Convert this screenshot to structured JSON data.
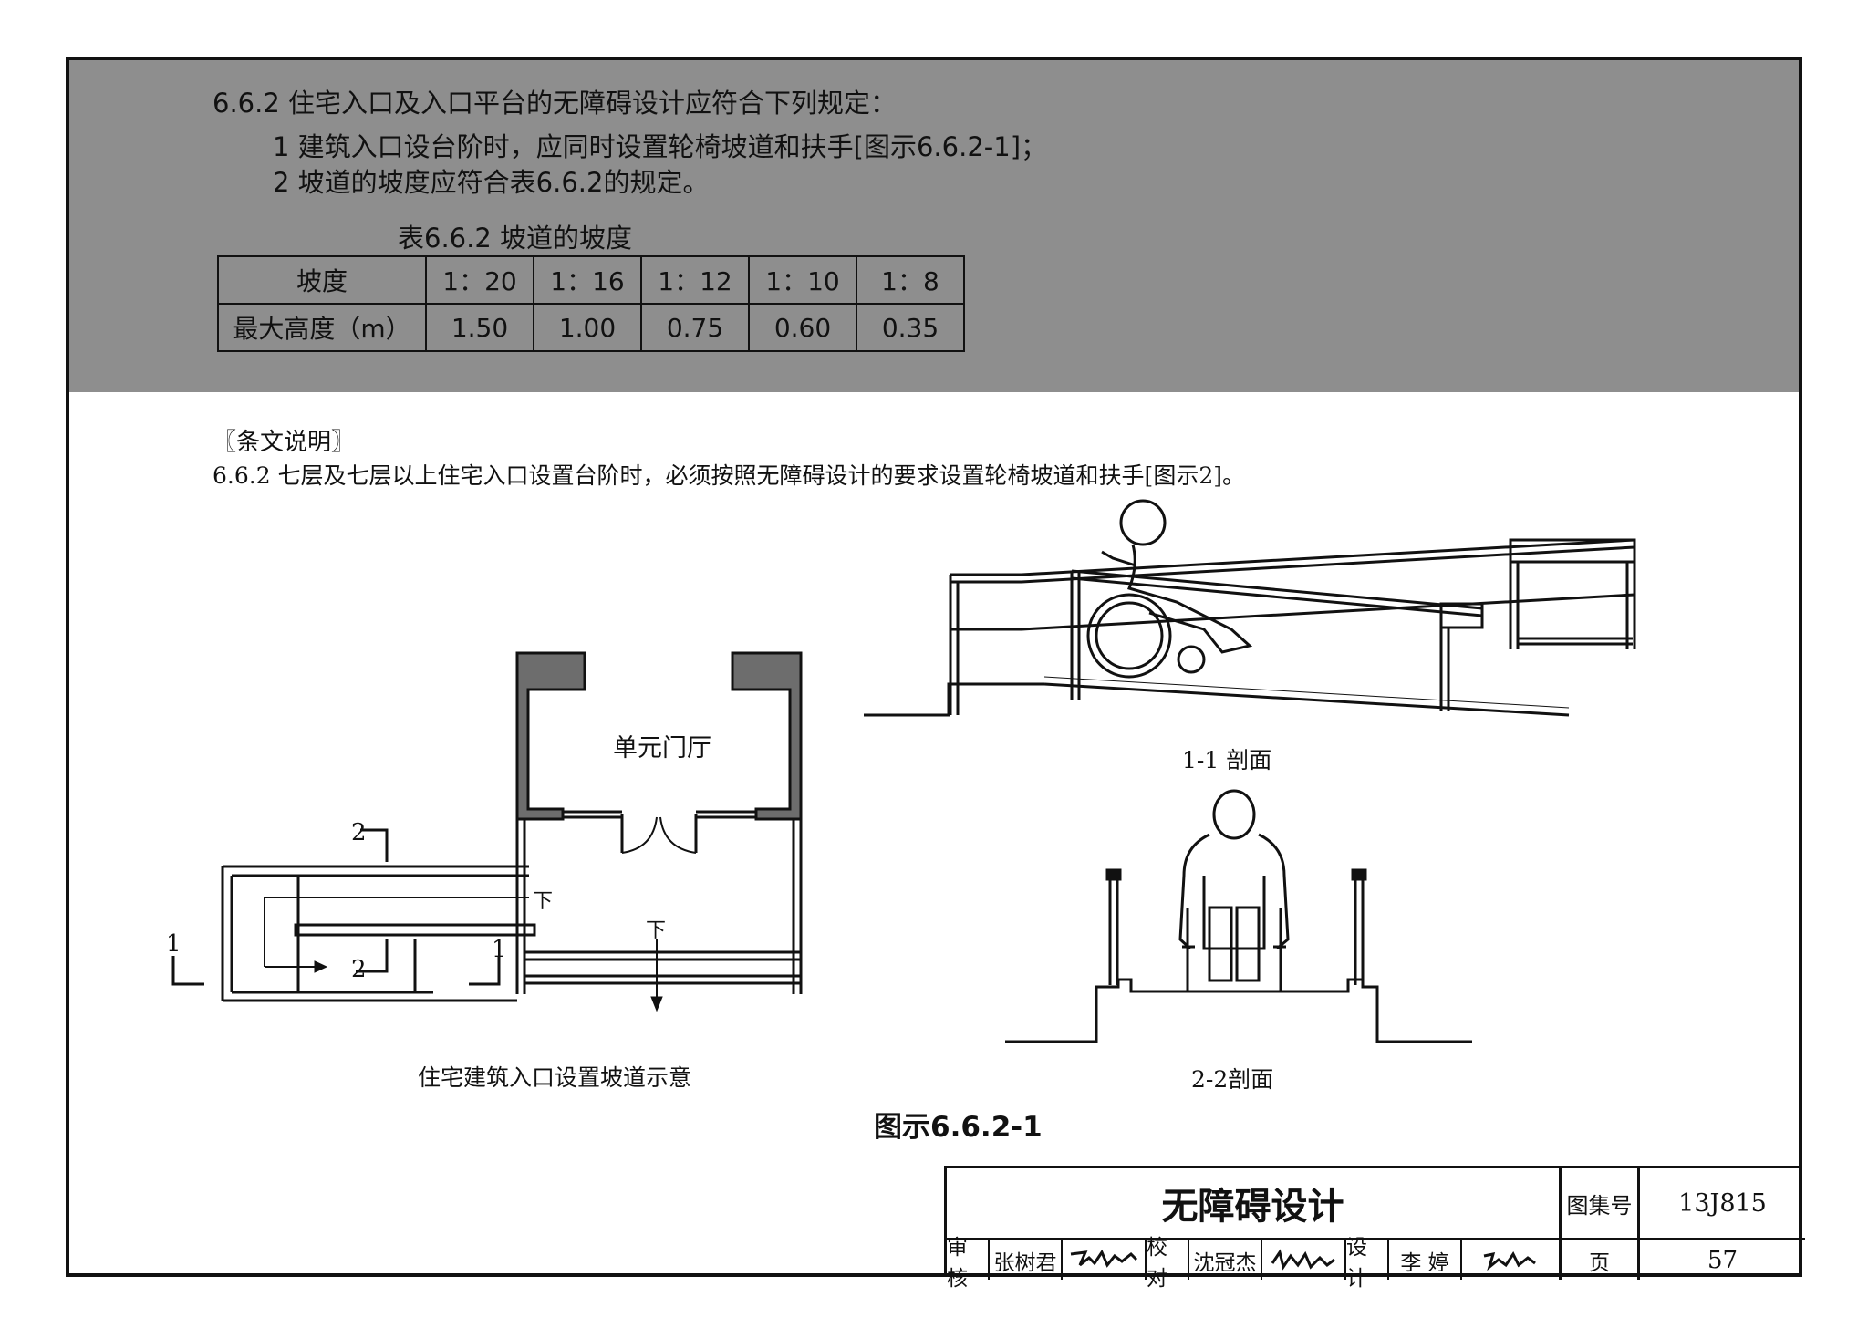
{
  "spec": {
    "heading": "6.6.2 住宅入口及入口平台的无障碍设计应符合下列规定：",
    "item1": "1 建筑入口设台阶时，应同时设置轮椅坡道和扶手[图示6.6.2-1]；",
    "item2": "2 坡道的坡度应符合表6.6.2的规定。"
  },
  "table": {
    "title": "表6.6.2 坡道的坡度",
    "row1_label": "坡度",
    "row2_label": "最大高度（m）",
    "slopes": [
      "1：20",
      "1：16",
      "1：12",
      "1：10",
      "1：8"
    ],
    "heights": [
      "1.50",
      "1.00",
      "0.75",
      "0.60",
      "0.35"
    ]
  },
  "note": {
    "title": "〖条文说明〗",
    "body": "6.6.2 七层及七层以上住宅入口设置台阶时，必须按照无障碍设计的要求设置轮椅坡道和扶手[图示2]。"
  },
  "plan": {
    "room_label": "单元门厅",
    "down_label_1": "下",
    "down_label_2": "下",
    "section_2_top": "2",
    "section_2_bottom": "2",
    "section_1_left": "1",
    "section_1_right": "1",
    "caption": "住宅建筑入口设置坡道示意"
  },
  "section11": {
    "caption": "1-1 剖面"
  },
  "section22": {
    "caption": "2-2剖面"
  },
  "figure_title": "图示6.6.2-1",
  "title_block": {
    "title": "无障碍设计",
    "atlas_label": "图集号",
    "atlas_no": "13J815",
    "page_label": "页",
    "page_no": "57",
    "review_label": "审核",
    "reviewer": "张树君",
    "check_label": "校对",
    "checker": "沈冠杰",
    "design_label": "设计",
    "designer": "李 婷"
  }
}
